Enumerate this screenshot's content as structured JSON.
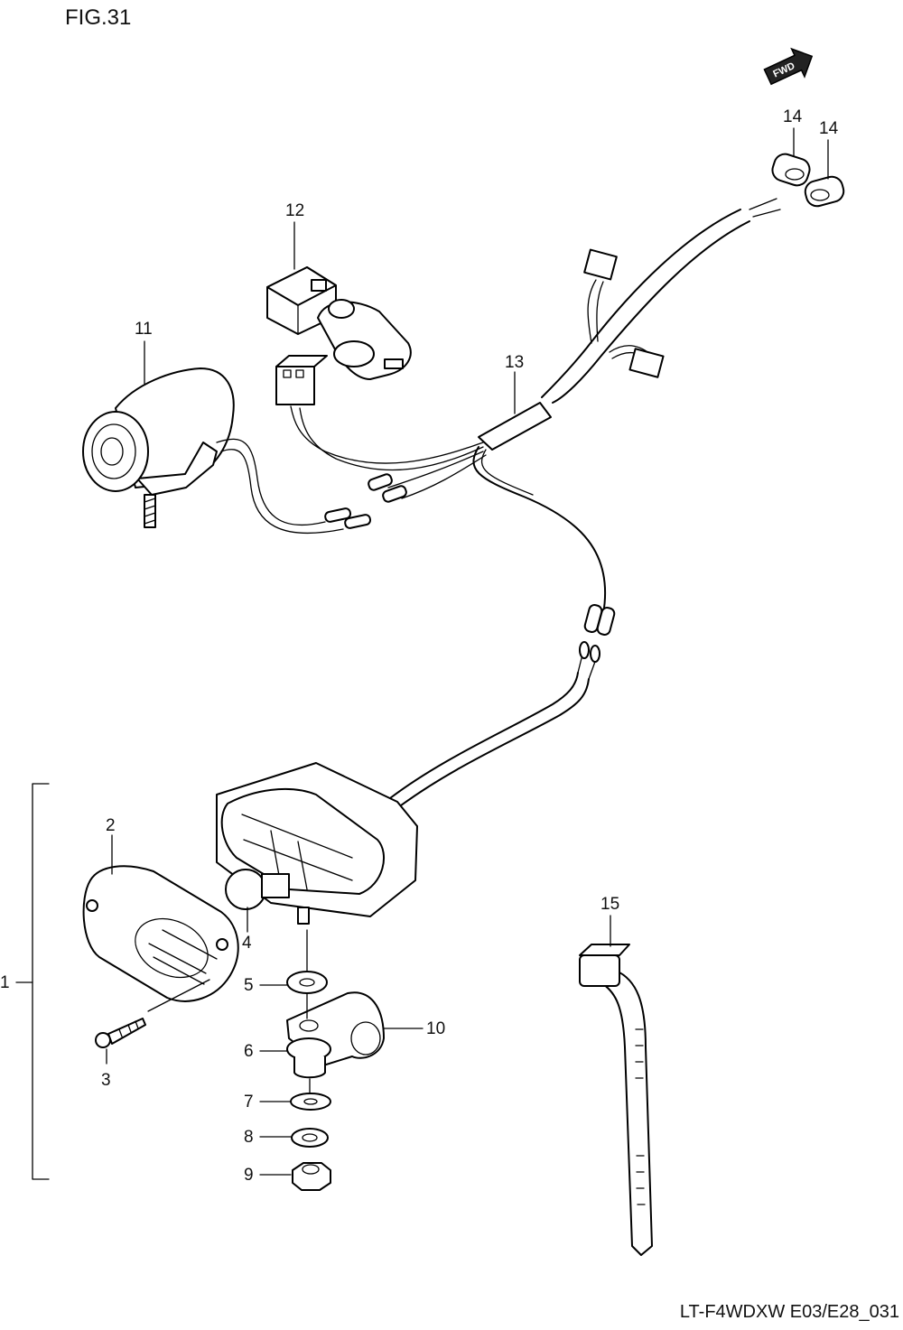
{
  "figure": {
    "title": "FIG.31",
    "code": "LT-F4WDXW E03/E28_031"
  },
  "direction_badge": {
    "text": "FWD",
    "icon": "forward-arrow-icon"
  },
  "callouts": [
    "1",
    "2",
    "3",
    "4",
    "5",
    "6",
    "7",
    "8",
    "9",
    "10",
    "11",
    "12",
    "13",
    "14",
    "14",
    "15"
  ]
}
